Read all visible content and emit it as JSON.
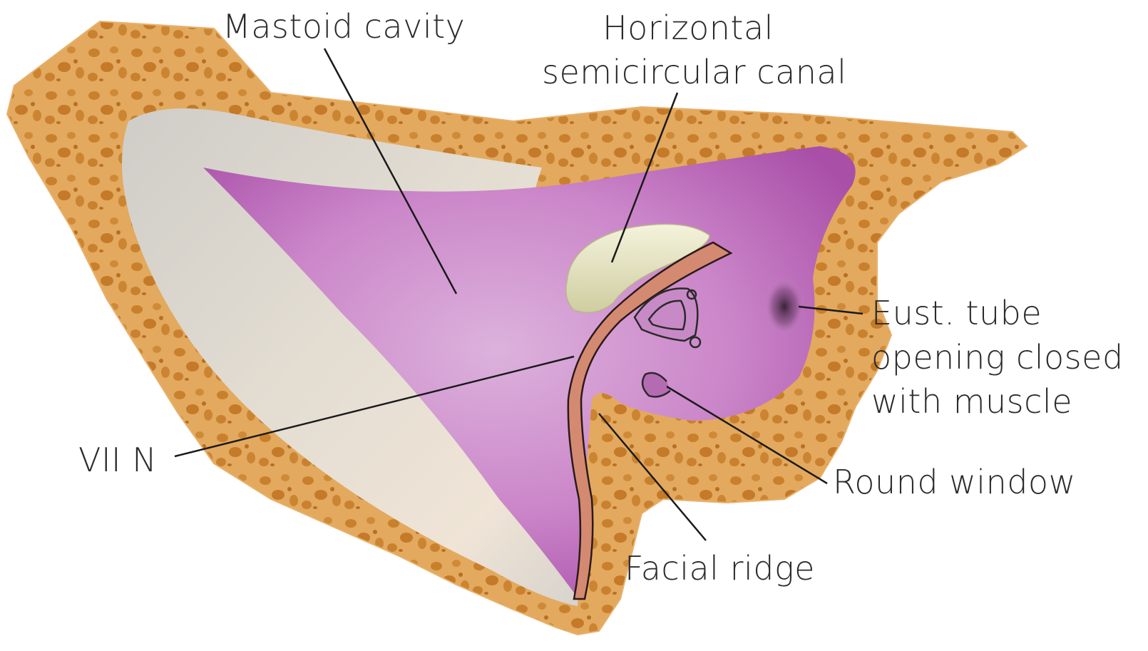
{
  "labels": {
    "mastoid_cavity": "Mastoid cavity",
    "horizontal_canal_line1": "Horizontal",
    "horizontal_canal_line2": "semicircular canal",
    "eust_tube_line1": "Eust. tube",
    "eust_tube_line2": "opening closed",
    "eust_tube_line3": "with muscle",
    "round_window": "Round window",
    "facial_ridge": "Facial ridge",
    "vii_n": "VII N"
  },
  "colors": {
    "bone": "#e2a65a",
    "bone_pore": "#c9822e",
    "cavity_purple": "#c87ec6",
    "cavity_light": "#d9a8d9",
    "graft": "#d9d4cb",
    "canal": "#e3e2c2",
    "nerve": "#d99075",
    "leader": "#1a1a1a"
  }
}
